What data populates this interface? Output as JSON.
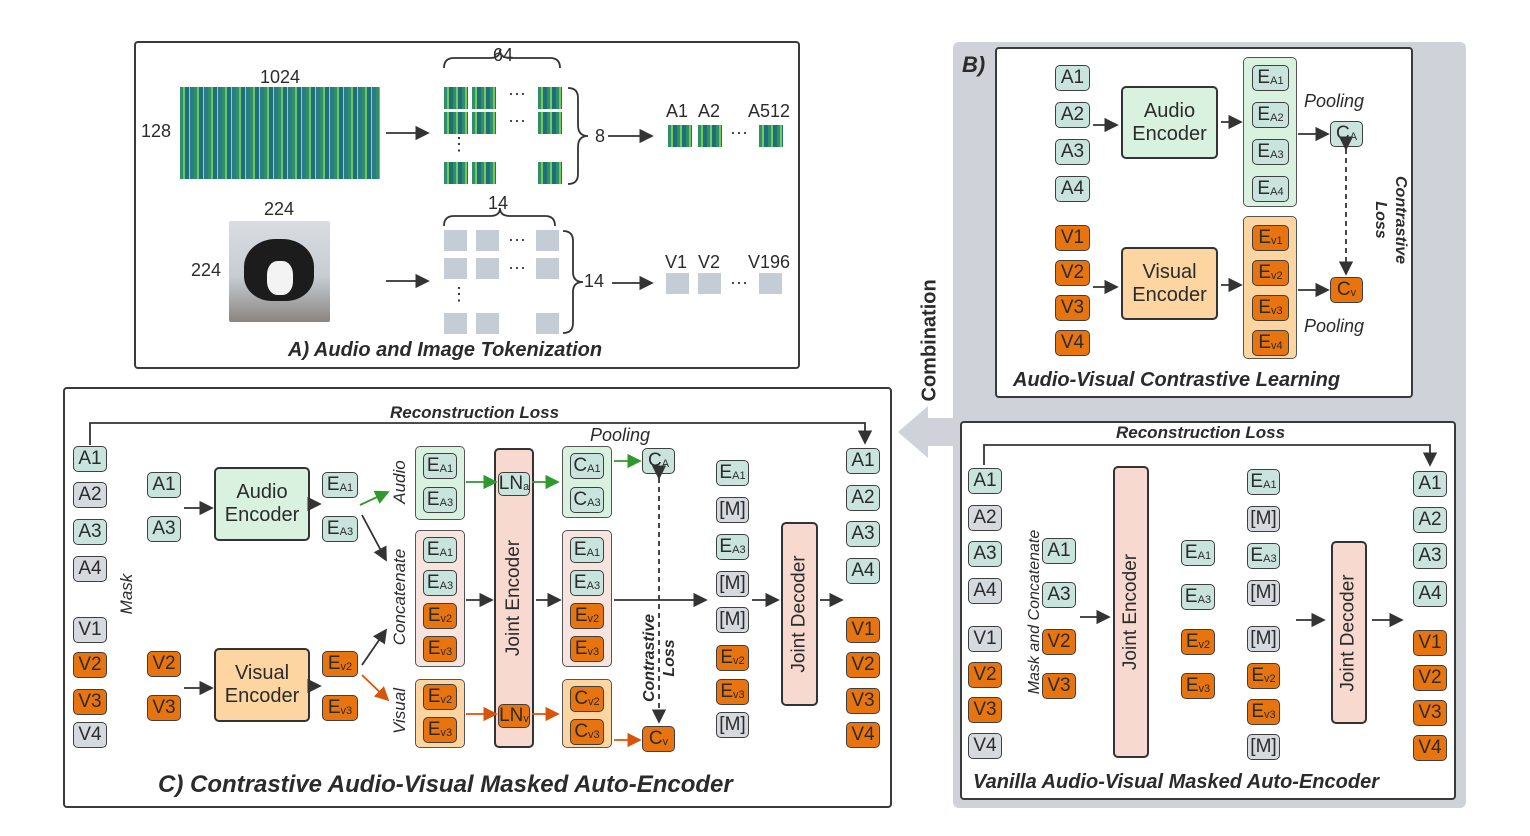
{
  "panelA": {
    "title": "A) Audio and Image Tokenization",
    "spec_w": "1024",
    "spec_h": "128",
    "patch_cols": "64",
    "patch_rows": "8",
    "audio_tokens": [
      "A1",
      "A2",
      "A512"
    ],
    "img_w": "224",
    "img_h": "224",
    "img_cols": "14",
    "img_rows": "14",
    "visual_tokens": [
      "V1",
      "V2",
      "V196"
    ],
    "dots": "···",
    "vdots": "⋮"
  },
  "panelB": {
    "tag": "B)",
    "title": "Audio-Visual Contrastive Learning",
    "audio_inputs": [
      "A1",
      "A2",
      "A3",
      "A4"
    ],
    "visual_inputs": [
      "V1",
      "V2",
      "V3",
      "V4"
    ],
    "audio_encoder": [
      "Audio",
      "Encoder"
    ],
    "visual_encoder": [
      "Visual",
      "Encoder"
    ],
    "audio_emb": [
      "A1",
      "A2",
      "A3",
      "A4"
    ],
    "visual_emb": [
      "v1",
      "v2",
      "v3",
      "v4"
    ],
    "pooling": "Pooling",
    "ca": "A",
    "cv": "v",
    "loss": [
      "Contrastive",
      "Loss"
    ]
  },
  "combination": "Combination",
  "panelC": {
    "title": "C) Contrastive Audio-Visual Masked Auto-Encoder",
    "recon": "Reconstruction Loss",
    "mask": "Mask",
    "inputs": [
      "A1",
      "A2",
      "A3",
      "A4",
      "V1",
      "V2",
      "V3",
      "V4"
    ],
    "kept_audio": [
      "A1",
      "A3"
    ],
    "kept_visual": [
      "V2",
      "V3"
    ],
    "audio_encoder": [
      "Audio",
      "Encoder"
    ],
    "visual_encoder": [
      "Visual",
      "Encoder"
    ],
    "ea": [
      "A1",
      "A3"
    ],
    "ev": [
      "v2",
      "v3"
    ],
    "stream_audio": "Audio",
    "stream_concat": "Concatenate",
    "stream_visual": "Visual",
    "joint_encoder": "Joint Encoder",
    "ln_a": "a",
    "ln_v": "v",
    "pooling": "Pooling",
    "loss": [
      "Contrastive",
      "Loss"
    ],
    "masked_seq": [
      "EA1",
      "[M]",
      "EA3",
      "[M]",
      "[M]",
      "Ev2",
      "Ev3",
      "[M]"
    ],
    "joint_decoder": "Joint Decoder",
    "outputs": [
      "A1",
      "A2",
      "A3",
      "A4",
      "V1",
      "V2",
      "V3",
      "V4"
    ]
  },
  "panelD": {
    "title": "Vanilla Audio-Visual Masked Auto-Encoder",
    "recon": "Reconstruction Loss",
    "mask": "Mask and Concatenate",
    "inputs": [
      "A1",
      "A2",
      "A3",
      "A4",
      "V1",
      "V2",
      "V3",
      "V4"
    ],
    "kept": [
      "A1",
      "A3",
      "V2",
      "V3"
    ],
    "joint_encoder": "Joint Encoder",
    "emb": [
      "A1",
      "A3",
      "v2",
      "v3"
    ],
    "masked_seq": [
      "EA1",
      "[M]",
      "EA3",
      "[M]",
      "[M]",
      "Ev2",
      "Ev3",
      "[M]"
    ],
    "joint_decoder": "Joint Decoder",
    "outputs": [
      "A1",
      "A2",
      "A3",
      "A4",
      "V1",
      "V2",
      "V3",
      "V4"
    ]
  }
}
